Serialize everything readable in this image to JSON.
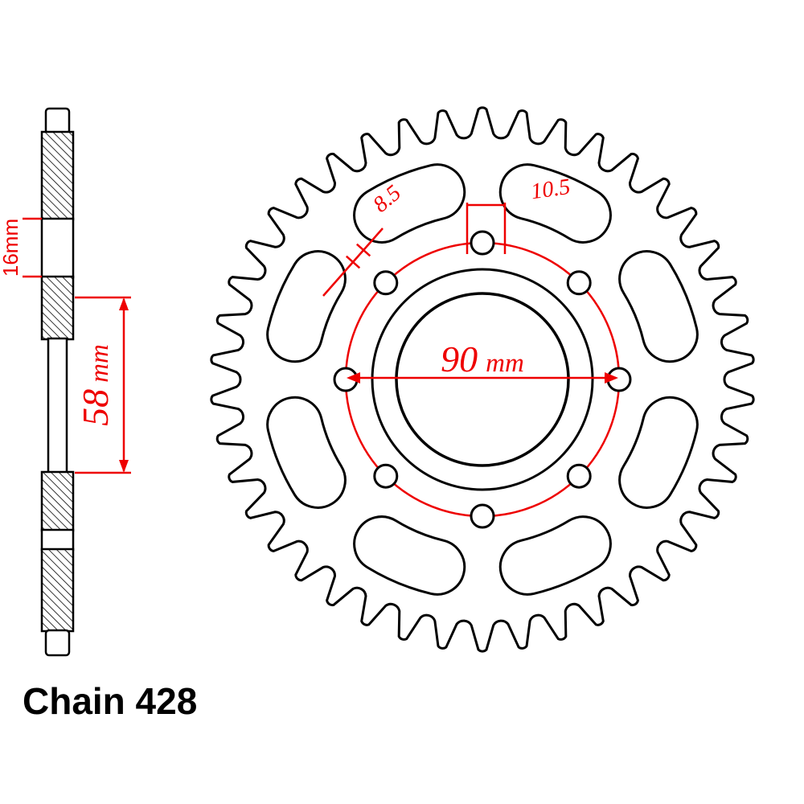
{
  "colors": {
    "outline": "#000000",
    "dimension_red": "#ee0000",
    "background": "#ffffff"
  },
  "side_view": {
    "dim_width": "16mm",
    "dim_length_value": "58",
    "dim_length_unit": "mm"
  },
  "front_view": {
    "dim_bolt_circle_value": "90",
    "dim_bolt_circle_unit": "mm",
    "dim_hole": "8.5",
    "dim_slot": "10.5"
  },
  "footer": {
    "chain_label": "Chain 428"
  }
}
